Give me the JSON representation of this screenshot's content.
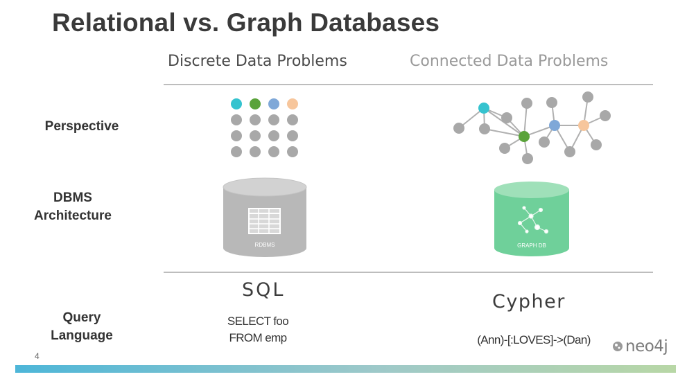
{
  "slide": {
    "title": "Relational vs. Graph Databases",
    "page_number": "4"
  },
  "columns": {
    "left_heading": "Discrete Data Problems",
    "right_heading": "Connected Data Problems"
  },
  "rows": {
    "perspective": "Perspective",
    "dbms_line1": "DBMS",
    "dbms_line2": "Architecture",
    "query_line1": "Query",
    "query_line2": "Language"
  },
  "rdbms": {
    "label": "RDBMS",
    "language": "SQL",
    "code_line1": "SELECT foo",
    "code_line2": "FROM emp"
  },
  "graphdb": {
    "label": "GRAPH DB",
    "language": "Cypher",
    "code": "(Ann)-[:LOVES]->(Dan)"
  },
  "logo": {
    "text": "neo4j"
  },
  "colors": {
    "teal": "#35c3cf",
    "green": "#5aa33a",
    "blue": "#7fa8d8",
    "peach": "#f7c69c",
    "gray_node": "#a8a8a8",
    "rdbms_cylinder": "#b8b8b8",
    "graph_cylinder": "#6fd09a"
  }
}
